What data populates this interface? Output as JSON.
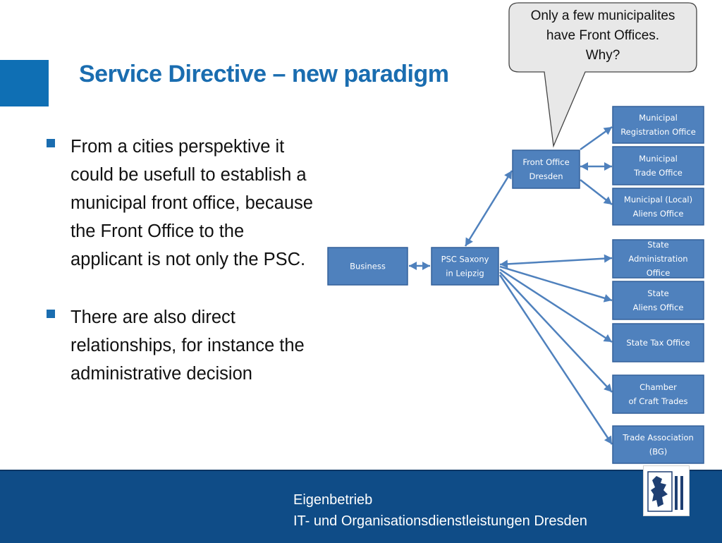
{
  "slide": {
    "title": "Service Directive – new paradigm",
    "bullets": [
      "From a cities perspektive it could be usefull to establish a municipal front office, because the Front Office to the applicant is not only the PSC.",
      "There are also direct relationships, for instance the administrative decision"
    ]
  },
  "callout": {
    "lines": [
      "Only a few municipalites",
      "have Front Offices.",
      "Why?"
    ]
  },
  "diagram": {
    "nodes": {
      "business": [
        "Business"
      ],
      "psc": [
        "PSC Saxony",
        "in Leipzig"
      ],
      "front_office": [
        "Front Office",
        "Dresden"
      ],
      "muni_registration": [
        "Municipal",
        "Registration Office"
      ],
      "muni_trade": [
        "Municipal",
        "Trade Office"
      ],
      "muni_aliens": [
        "Municipal (Local)",
        "Aliens Office"
      ],
      "state_admin": [
        "State",
        "Administration",
        "Office"
      ],
      "state_aliens": [
        "State",
        "Aliens Office"
      ],
      "state_tax": [
        "State Tax Office"
      ],
      "chamber": [
        "Chamber",
        "of Craft Trades"
      ],
      "trade_assoc": [
        "Trade Association",
        "(BG)"
      ]
    },
    "edges": [
      {
        "from": "business",
        "to": "psc",
        "direction": "both"
      },
      {
        "from": "psc",
        "to": "front_office",
        "direction": "both"
      },
      {
        "from": "front_office",
        "to": "muni_registration",
        "direction": "forward"
      },
      {
        "from": "front_office",
        "to": "muni_trade",
        "direction": "both"
      },
      {
        "from": "front_office",
        "to": "muni_aliens",
        "direction": "forward"
      },
      {
        "from": "psc",
        "to": "state_admin",
        "direction": "both"
      },
      {
        "from": "psc",
        "to": "state_aliens",
        "direction": "forward"
      },
      {
        "from": "psc",
        "to": "state_tax",
        "direction": "forward"
      },
      {
        "from": "psc",
        "to": "chamber",
        "direction": "forward"
      },
      {
        "from": "psc",
        "to": "trade_assoc",
        "direction": "forward"
      }
    ]
  },
  "footer": {
    "line1": "Eigenbetrieb",
    "line2": "IT- und Organisationsdienstleistungen Dresden"
  },
  "colors": {
    "accent": "#0f6fb4",
    "title": "#1a6db0",
    "node_fill": "#4f81bd",
    "footer": "#0f4c87"
  }
}
